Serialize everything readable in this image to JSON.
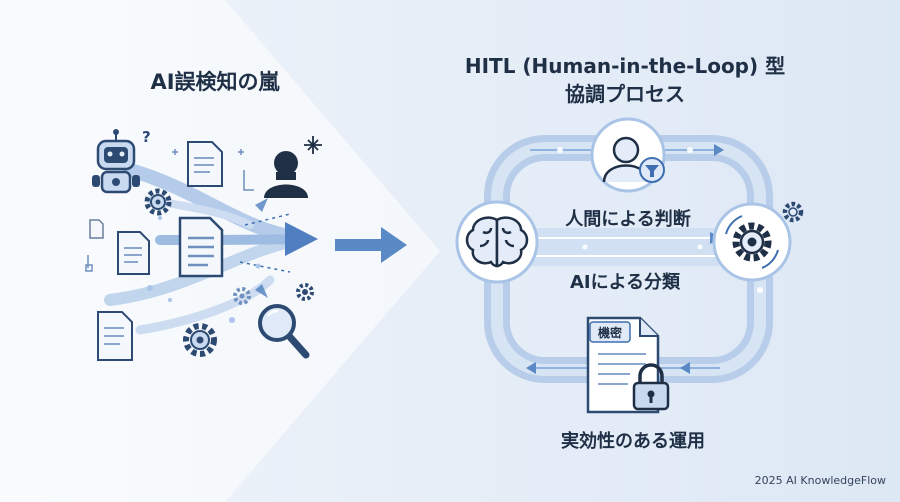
{
  "left": {
    "title": "AI誤検知の嵐"
  },
  "right": {
    "title_line1": "HITL (Human-in-the-Loop) 型",
    "title_line2": "協調プロセス",
    "label_human": "人間による判断",
    "label_ai": "AIによる分類",
    "label_outcome": "実効性のある運用",
    "doc_stamp": "機密"
  },
  "footer": {
    "copyright": "2025 AI KnowledgeFlow"
  },
  "colors": {
    "accent": "#3f6fb0",
    "light_blue": "#a9c4e6",
    "dark_navy": "#1f2f46"
  },
  "icons": [
    "robot-icon",
    "document-icon",
    "person-icon",
    "gear-icon",
    "magnifier-icon",
    "brain-icon",
    "filter-icon",
    "lock-icon",
    "arrow-icon"
  ]
}
